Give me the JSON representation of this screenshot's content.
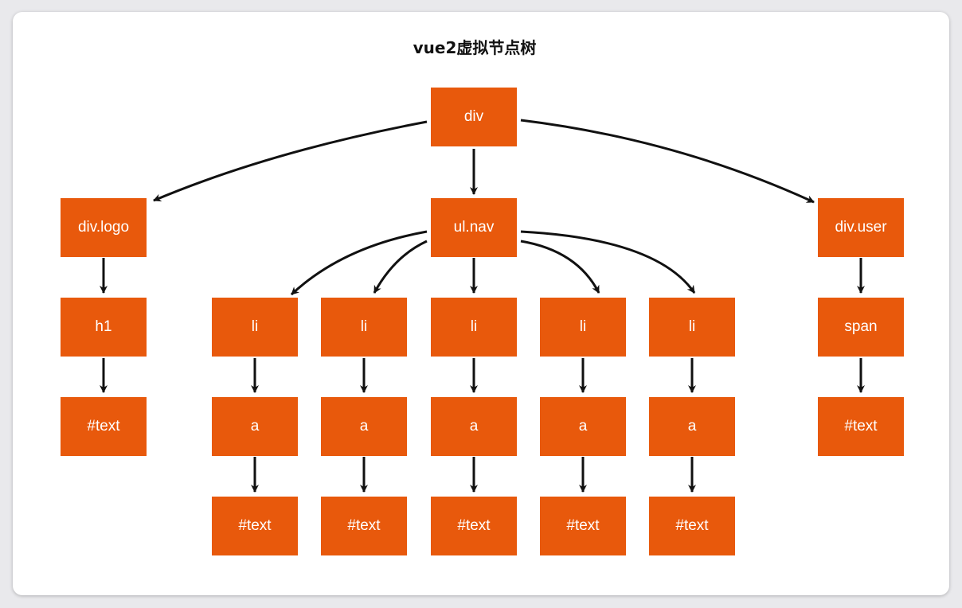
{
  "title": "vue2虚拟节点树",
  "colors": {
    "node_fill": "#e8590c",
    "node_text": "#ffffff",
    "arrow": "#111111"
  },
  "nodes": {
    "root": "div",
    "logo": "div.logo",
    "nav": "ul.nav",
    "user": "div.user",
    "h1": "h1",
    "logo_text": "#text",
    "li_1": "li",
    "li_2": "li",
    "li_3": "li",
    "li_4": "li",
    "li_5": "li",
    "a_1": "a",
    "a_2": "a",
    "a_3": "a",
    "a_4": "a",
    "a_5": "a",
    "li_text_1": "#text",
    "li_text_2": "#text",
    "li_text_3": "#text",
    "li_text_4": "#text",
    "li_text_5": "#text",
    "span": "span",
    "span_text": "#text"
  }
}
